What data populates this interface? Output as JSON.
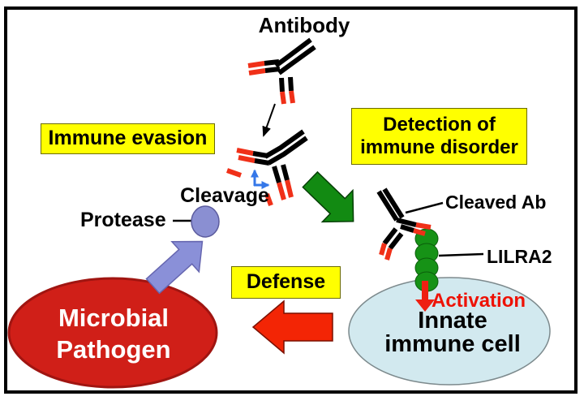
{
  "diagram": {
    "labels": {
      "antibody": "Antibody",
      "immune_evasion": "Immune evasion",
      "detection_line1": "Detection of",
      "detection_line2": "immune disorder",
      "cleavage": "Cleavage",
      "protease": "Protease",
      "cleaved_ab": "Cleaved Ab",
      "lilra2": "LILRA2",
      "activation": "Activation",
      "innate_line1": "Innate",
      "innate_line2": "immune cell",
      "microbial_line1": "Microbial",
      "microbial_line2": "Pathogen",
      "defense": "Defense"
    },
    "colors": {
      "label_box_fill": "#ffff00",
      "antibody_black": "#000000",
      "antibody_red_tip": "#f03018",
      "protease_purple": "#8a8fd2",
      "purple_arrow": "#8a90d8",
      "green_arrow": "#128a12",
      "lilra2_green": "#169216",
      "defense_arrow_red": "#f32505",
      "activation_red": "#ee2012",
      "pathogen_red": "#d01f18",
      "innate_cell_blue": "#d2e9ef",
      "cleavage_arrow_blue": "#3577e8",
      "frame_black": "#000000"
    }
  }
}
